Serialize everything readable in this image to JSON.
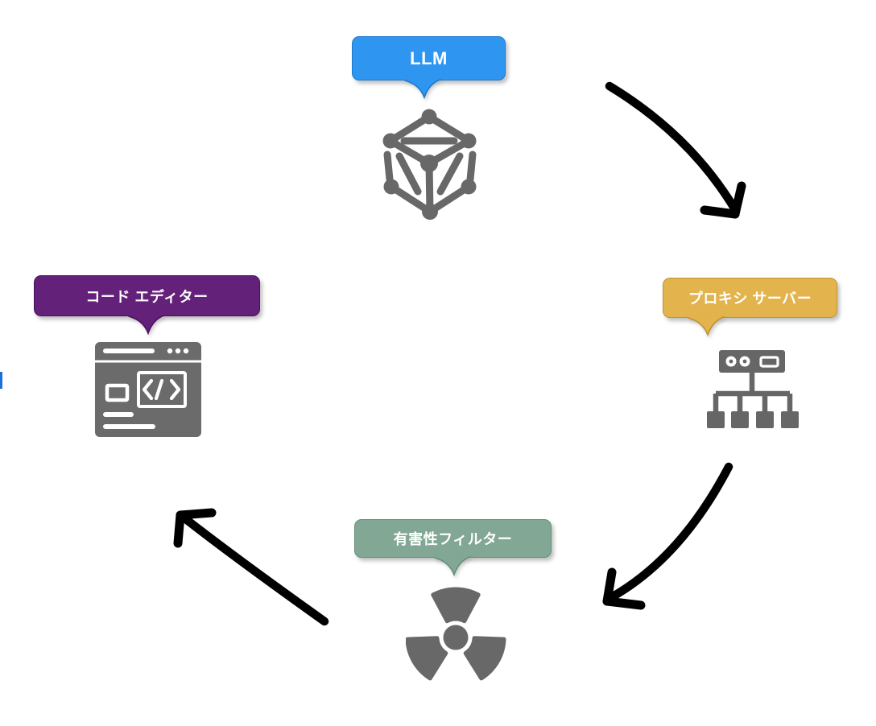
{
  "diagram": {
    "nodes": [
      {
        "id": "llm",
        "label": "LLM",
        "icon": "network-icon",
        "bubble_color": "#2E96F0",
        "border_color": "#1F79CB"
      },
      {
        "id": "proxy-server",
        "label": "プロキシ サーバー",
        "icon": "server-icon",
        "bubble_color": "#E3B44D",
        "border_color": "#BE9430"
      },
      {
        "id": "toxicity-filter",
        "label": "有害性フィルター",
        "icon": "radiation-icon",
        "bubble_color": "#82A795",
        "border_color": "#65907B"
      },
      {
        "id": "code-editor",
        "label": "コード エディター",
        "icon": "code-editor-icon",
        "bubble_color": "#64217A",
        "border_color": "#49105C"
      }
    ],
    "flow": [
      {
        "from": "llm",
        "to": "proxy-server"
      },
      {
        "from": "proxy-server",
        "to": "toxicity-filter"
      },
      {
        "from": "toxicity-filter",
        "to": "code-editor"
      }
    ],
    "arrow_color": "#000000",
    "icon_color": "#686868",
    "label_text_color": "#FFFFFF",
    "background_color": "#FFFFFF"
  }
}
